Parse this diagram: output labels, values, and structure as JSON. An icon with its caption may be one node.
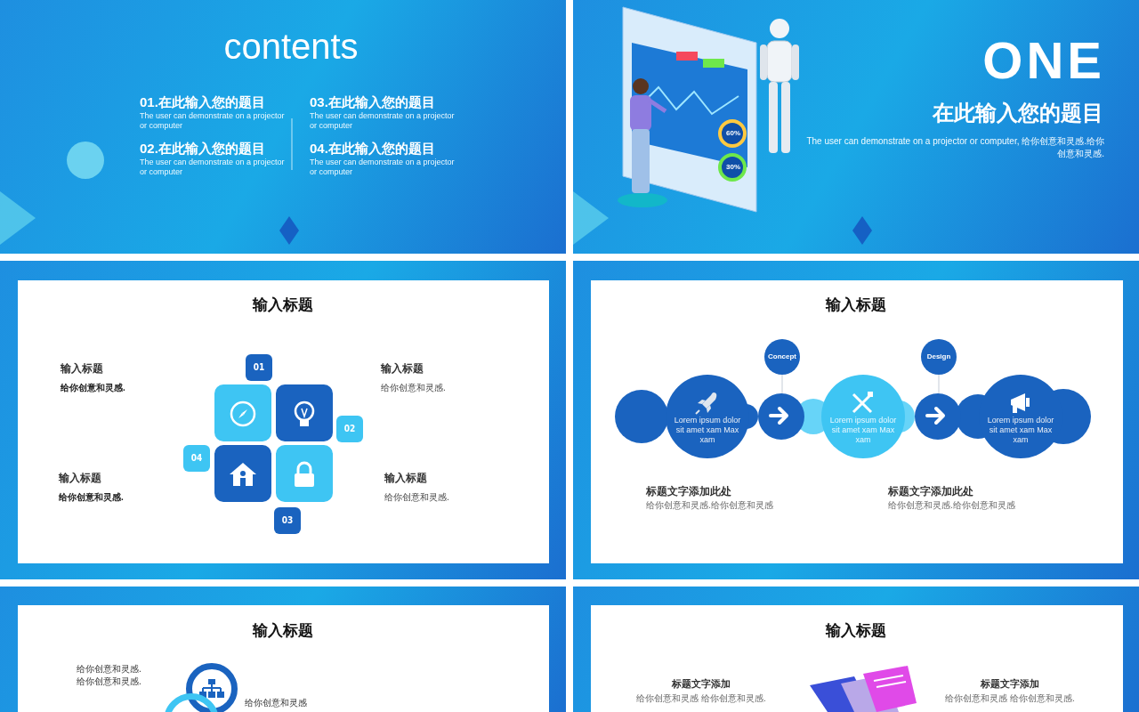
{
  "diagram": {
    "nodes": [
      {
        "text": [
          "01"
        ]
      },
      {
        "text": [
          "02"
        ]
      },
      {
        "text": [
          "03"
        ]
      },
      {
        "text": [
          "04"
        ]
      },
      {
        "text": [],
        "shape": "box"
      },
      {
        "text": [],
        "shape": "box"
      },
      {
        "text": [],
        "shape": "box"
      },
      {
        "text": [],
        "shape": "box"
      },
      {
        "text": [
          "Lorem ipsum dolor sit amet xam Max xam"
        ]
      },
      {
        "text": [
          "Concept"
        ]
      },
      {
        "text": [],
        "shape": "circle"
      },
      {
        "text": [
          "Lorem ipsum dolor sit amet xam Max xam"
        ]
      },
      {
        "text": [
          "Design"
        ]
      },
      {
        "text": [],
        "shape": "circle"
      },
      {
        "text": [
          "Lorem ipsum dolor sit amet xam Max xam"
        ]
      },
      {
        "text": [],
        "shape": "circle"
      },
      {
        "text": [],
        "shape": "circle"
      }
    ],
    "edges": [
      {
        "from": 9,
        "to": 10,
        "arrow": "none"
      },
      {
        "from": 12,
        "to": 13,
        "arrow": "none"
      }
    ],
    "labels": [
      "contents",
      "01.在此输入您的题目",
      "The user can demonstrate on a projector or computer",
      "03.在此输入您的题目",
      "The user can demonstrate on a projector or computer",
      "02.在此输入您的题目",
      "The user can demonstrate on a projector or computer",
      "04.在此输入您的题目",
      "The user can demonstrate on a projector or computer",
      "ONE",
      "在此输入您的题目",
      "The user can demonstrate on a projector or computer, 给你创意和灵感.给你创意和灵感.",
      "60%",
      "30%",
      "输入标题",
      "输入标题",
      "给你创意和灵感.",
      "输入标题",
      "给你创意和灵感.",
      "输入标题",
      "给你创意和灵感.",
      "输入标题",
      "给你创意和灵感.",
      "输入标题",
      "标题文字添加此处",
      "给你创意和灵感.给你创意和灵感",
      "标题文字添加此处",
      "给你创意和灵感.给你创意和灵感",
      "输入标题",
      "给你创意和灵感.",
      "给你创意和灵感.",
      "给你创意和灵感",
      "输入标题",
      "标题文字添加",
      "给你创意和灵感 给你创意和灵感.",
      "标题文字添加",
      "给你创意和灵感 给你创意和灵感."
    ]
  }
}
